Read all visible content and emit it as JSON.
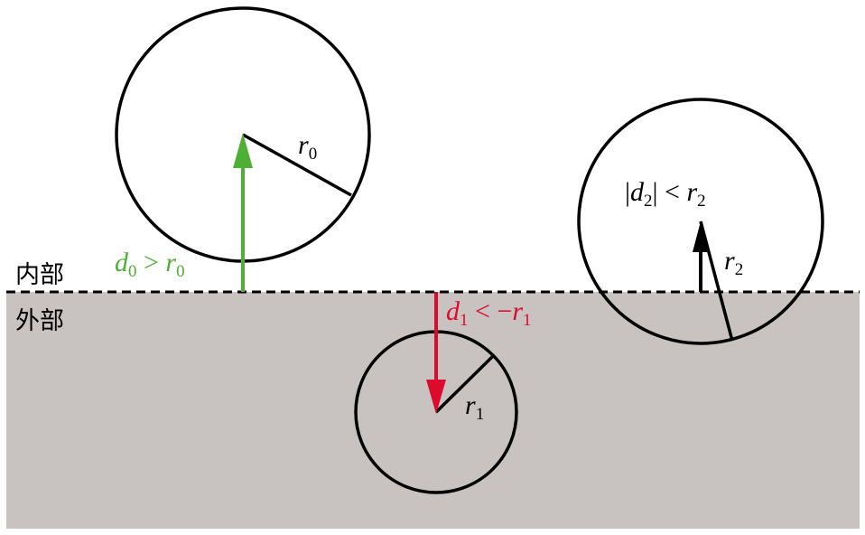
{
  "labels": {
    "inside": "内部",
    "outside": "外部"
  },
  "circle0": {
    "r": "r",
    "r_sub": "0",
    "d": "d",
    "d_sub": "0",
    "rel": " > "
  },
  "circle1": {
    "r": "r",
    "r_sub": "1",
    "d": "d",
    "d_sub": "1",
    "rel": " < −",
    "rhs": "r",
    "rhs_sub": "1"
  },
  "circle2": {
    "r": "r",
    "r_sub": "2",
    "abs_open": "|",
    "d": "d",
    "d_sub": "2",
    "abs_close": "|",
    "rel": " < ",
    "rhs": "r",
    "rhs_sub": "2"
  },
  "colors": {
    "outside_fill": "#c8c2c0",
    "green": "#4db034",
    "red": "#dc0a2d",
    "black": "#000000"
  }
}
